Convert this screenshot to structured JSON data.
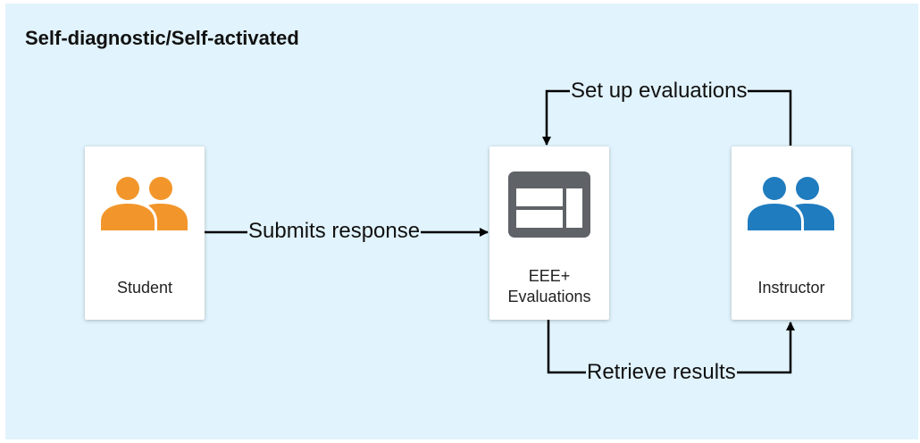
{
  "title": "Self-diagnostic/Self-activated",
  "nodes": {
    "student": {
      "label": "Student",
      "icon": "people-icon",
      "color": "#f2962b"
    },
    "evaluations": {
      "line1": "EEE+",
      "line2": "Evaluations",
      "icon": "window-layout-icon",
      "color": "#5f6368"
    },
    "instructor": {
      "label": "Instructor",
      "icon": "people-icon",
      "color": "#1f7cbf"
    }
  },
  "edges": {
    "submit": {
      "label": "Submits response"
    },
    "setup": {
      "label": "Set up evaluations"
    },
    "retrieve": {
      "label": "Retrieve results"
    }
  }
}
